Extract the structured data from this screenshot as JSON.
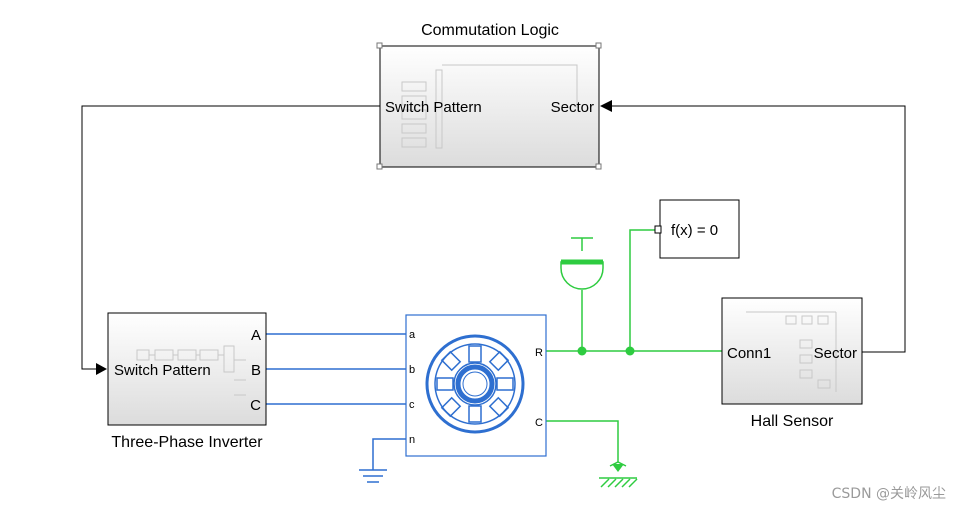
{
  "colors": {
    "signal": "#000000",
    "electrical": "#2e6fd0",
    "mechanical": "#2ecc40",
    "block_border": "#000000",
    "motor_border": "#2e6fd0",
    "watermark": "#9a9a9a"
  },
  "blocks": {
    "commutation": {
      "title": "Commutation Logic",
      "port_in": "Sector",
      "port_out": "Switch Pattern"
    },
    "inverter": {
      "title": "Three-Phase Inverter",
      "port_in": "Switch Pattern",
      "ports_out": [
        "A",
        "B",
        "C"
      ]
    },
    "motor": {
      "ports_left": [
        "a",
        "b",
        "c",
        "n"
      ],
      "ports_right": [
        "R",
        "C"
      ],
      "icon": "bldc-motor-icon"
    },
    "hall": {
      "title": "Hall Sensor",
      "port_in": "Conn1",
      "port_out": "Sector"
    },
    "solver": {
      "label": "f(x) = 0"
    }
  },
  "watermark": "CSDN @关岭风尘"
}
